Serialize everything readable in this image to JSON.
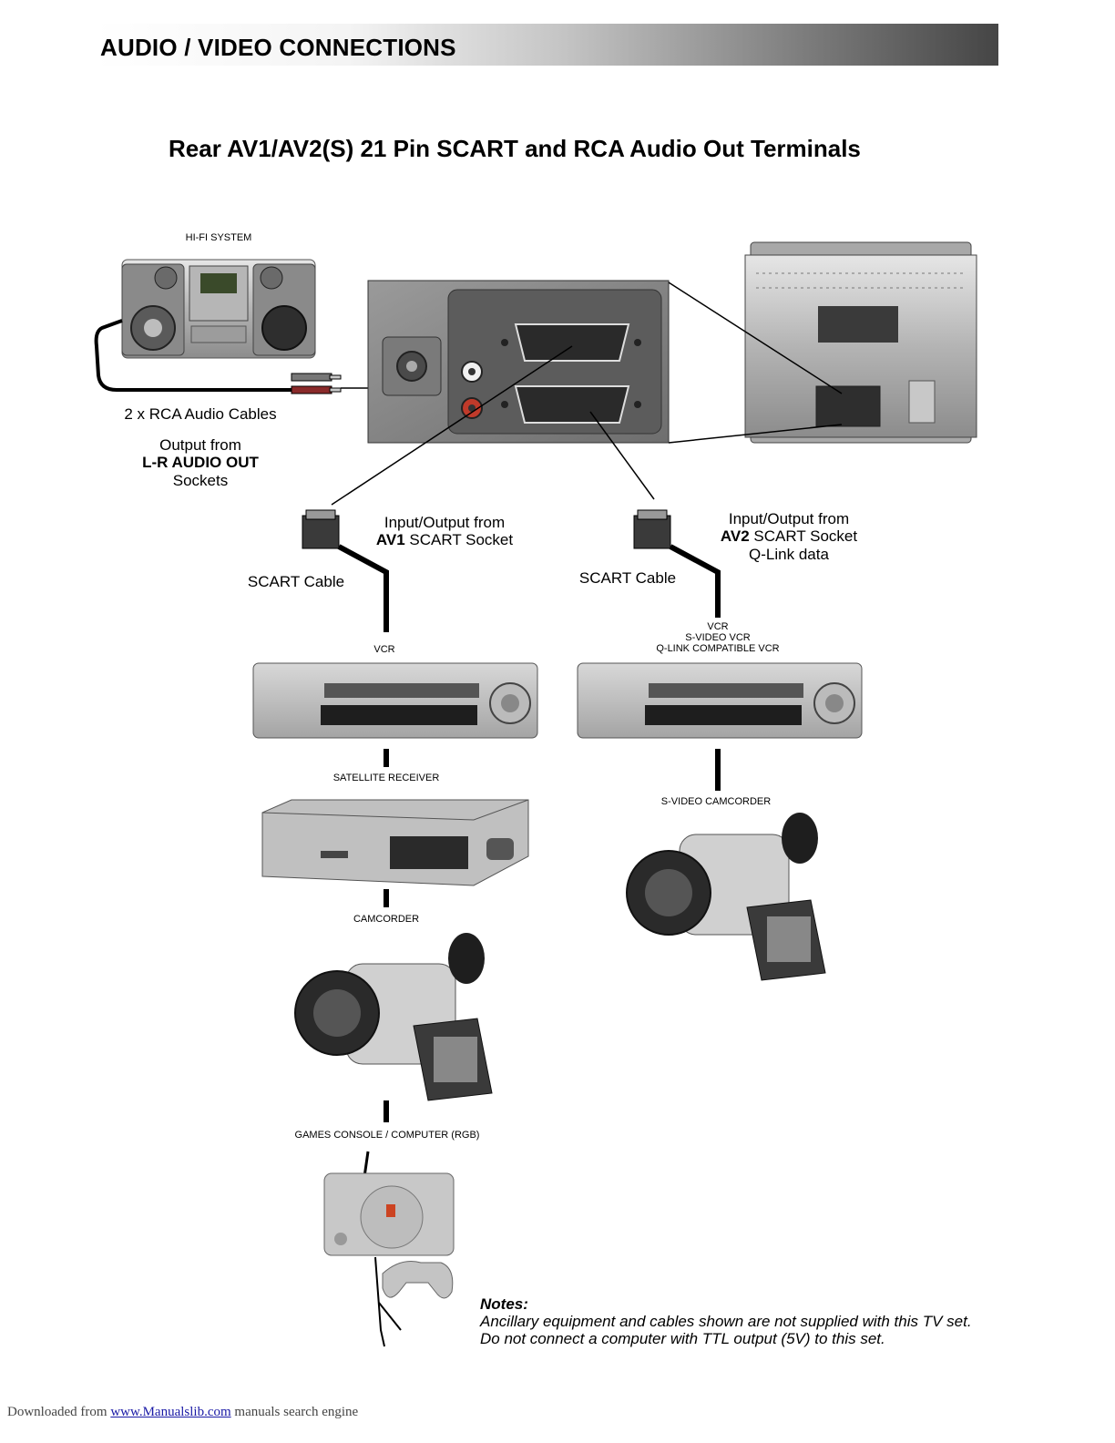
{
  "header": {
    "title": "AUDIO / VIDEO CONNECTIONS"
  },
  "main_title": "Rear AV1/AV2(S) 21 Pin SCART and RCA Audio Out Terminals",
  "hifi": {
    "label": "HI-FI SYSTEM",
    "cables": "2 x RCA Audio Cables",
    "output_line1": "Output from",
    "output_line2": "L-R AUDIO OUT",
    "output_line3": "Sockets"
  },
  "av1": {
    "io_line1": "Input/Output from",
    "io_bold": "AV1",
    "io_rest": " SCART Socket",
    "cable": "SCART Cable",
    "devices": [
      "VCR",
      "SATELLITE RECEIVER",
      "CAMCORDER",
      "GAMES CONSOLE / COMPUTER (RGB)"
    ]
  },
  "av2": {
    "io_line1": "Input/Output from",
    "io_bold": "AV2",
    "io_rest": " SCART Socket",
    "io_line3": "Q-Link data",
    "cable": "SCART Cable",
    "vcr_lines": [
      "VCR",
      "S-VIDEO VCR",
      "Q-LINK COMPATIBLE VCR"
    ],
    "camcorder": "S-VIDEO CAMCORDER"
  },
  "notes": {
    "heading": "Notes:",
    "line1": "Ancillary equipment and cables shown are not supplied with this TV set.",
    "line2": "Do not connect a computer with TTL output (5V) to this set."
  },
  "footer": {
    "prefix": "Downloaded from ",
    "link": "www.Manualslib.com",
    "suffix": "  manuals search engine"
  }
}
